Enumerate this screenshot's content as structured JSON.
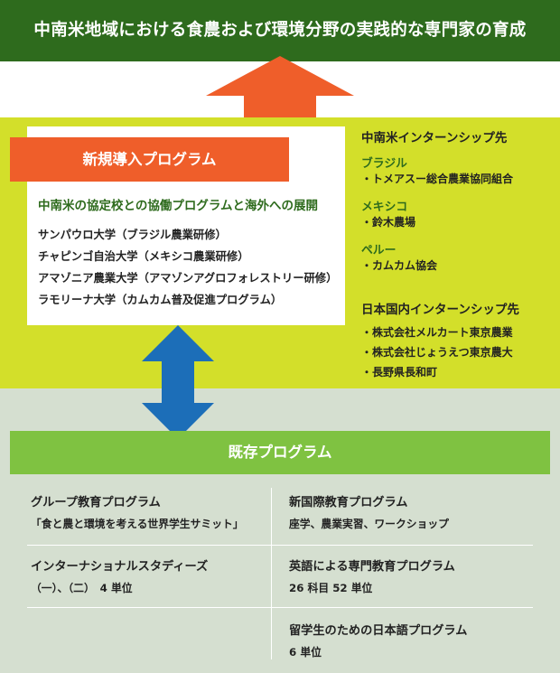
{
  "header": {
    "title": "中南米地域における食農および環境分野の実践的な専門家の育成"
  },
  "new_program": {
    "label": "新規導入プログラム",
    "subtitle": "中南米の協定校との協働プログラムと海外への展開",
    "universities": [
      "サンパウロ大学（ブラジル農業研修）",
      "チャピンゴ自治大学（メキシコ農業研修）",
      "アマゾニア農業大学（アマゾンアグロフォレストリー研修）",
      "ラモリーナ大学（カムカム普及促進プログラム）"
    ]
  },
  "internships": {
    "latin_america_heading": "中南米インターンシップ先",
    "countries": [
      {
        "name": "ブラジル",
        "place": "・トメアスー総合農業協同組合"
      },
      {
        "name": "メキシコ",
        "place": "・鈴木農場"
      },
      {
        "name": "ペルー",
        "place": "・カムカム協会"
      }
    ],
    "japan_heading": "日本国内インターンシップ先",
    "japan_places": [
      "・株式会社メルカート東京農業",
      "・株式会社じょうえつ東京農大",
      "・長野県長和町"
    ]
  },
  "existing_program": {
    "label": "既存プログラム",
    "left": [
      {
        "title": "グループ教育プログラム",
        "detail": "「食と農と環境を考える世界学生サミット」"
      },
      {
        "title": "インターナショナルスタディーズ",
        "detail": "（一）、（二）　4 単位"
      }
    ],
    "right": [
      {
        "title": "新国際教育プログラム",
        "detail": "座学、農業実習、ワークショップ"
      },
      {
        "title": "英語による専門教育プログラム",
        "detail": "26 科目 52 単位"
      },
      {
        "title": "留学生のための日本語プログラム",
        "detail": "6 単位"
      }
    ]
  },
  "colors": {
    "header_green": "#2e6b1d",
    "band_yellow_green": "#d3df2a",
    "orange": "#ef5e2a",
    "blue_arrow": "#1c6eb8",
    "light_green": "#7fc241",
    "lower_background": "#d5dfd0"
  }
}
